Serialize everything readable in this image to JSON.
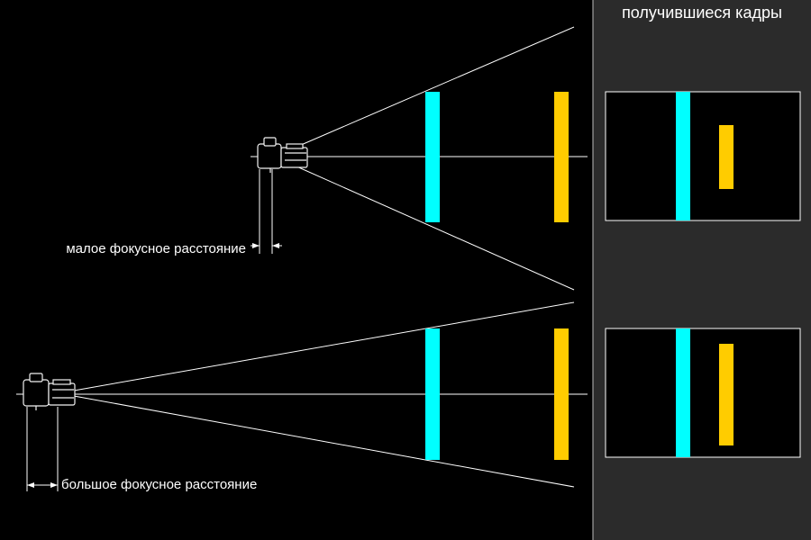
{
  "panel": {
    "title": "получившиеся кадры"
  },
  "labels": {
    "short_focal": "малое фокусное расстояние",
    "long_focal": "большое фокусное расстояние"
  },
  "colors": {
    "background": "#000000",
    "panel_background": "#2b2b2b",
    "line": "#ffffff",
    "near_object": "#00ffff",
    "far_object": "#ffcc00"
  }
}
